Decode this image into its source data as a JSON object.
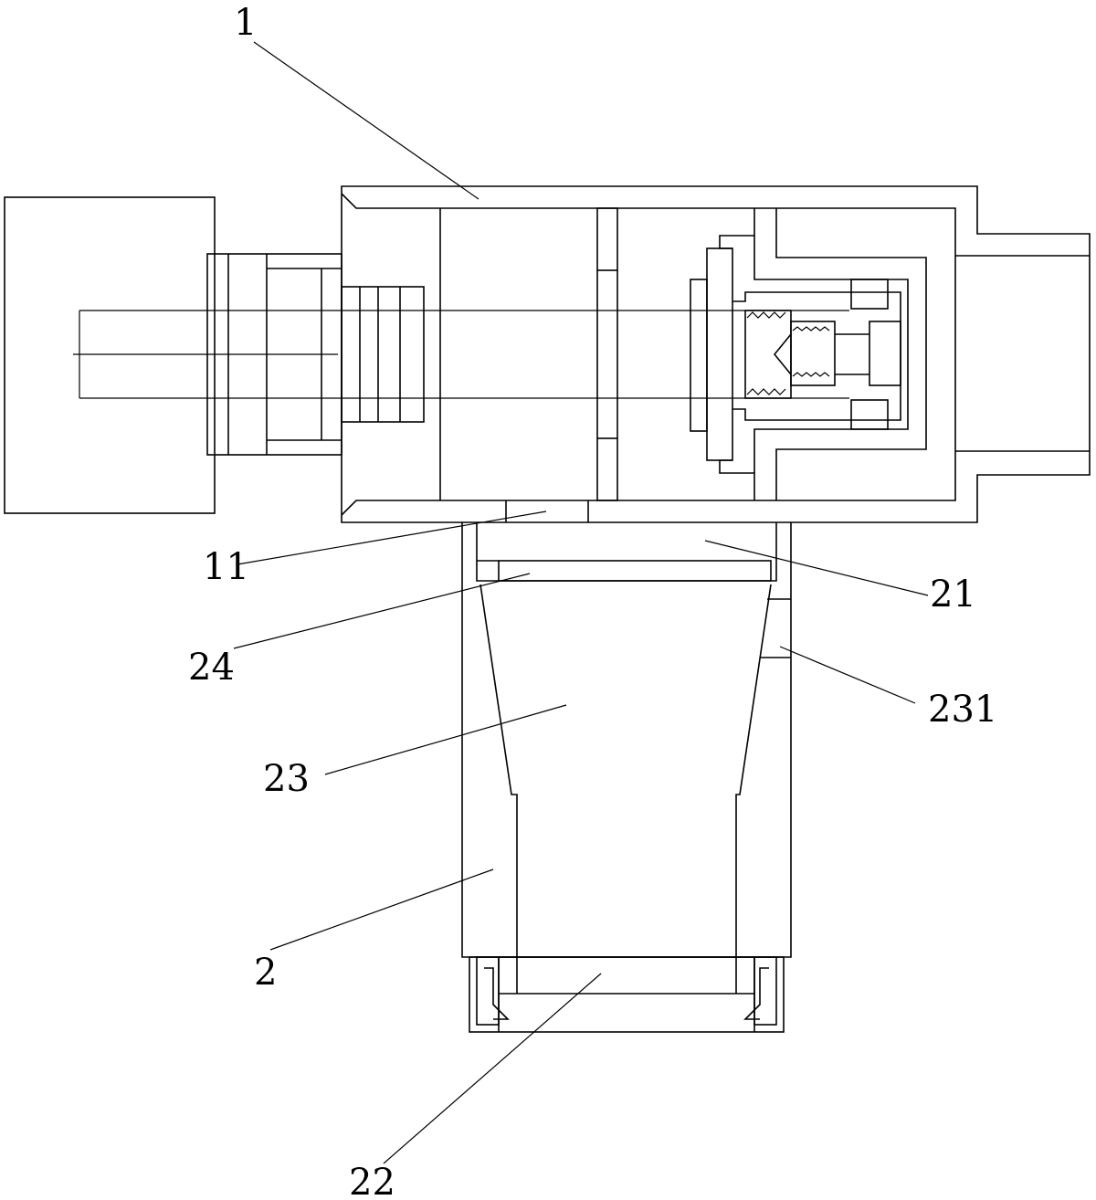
{
  "labels": {
    "l1": "1",
    "l11": "11",
    "l21": "21",
    "l24": "24",
    "l231": "231",
    "l23": "23",
    "l2": "2",
    "l22": "22"
  },
  "colors": {
    "line": "#000000",
    "background": "#ffffff"
  }
}
